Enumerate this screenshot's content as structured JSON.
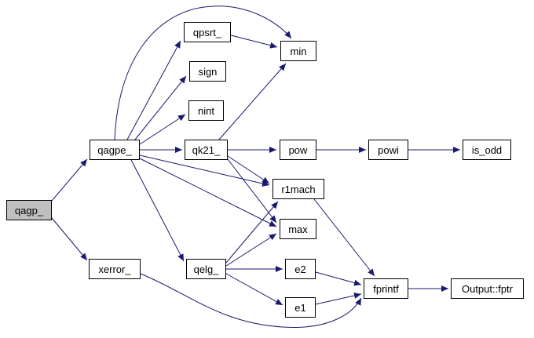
{
  "diagram": {
    "type": "call-graph",
    "background_color": "#ffffff",
    "edge_color": "#191970",
    "node_border_color": "#000000",
    "node_fill_color": "#ffffff",
    "root_node_fill_color": "#bfbfbf",
    "nodes": [
      {
        "id": "qagp_",
        "label": "qagp_",
        "root": true
      },
      {
        "id": "qagpe_",
        "label": "qagpe_",
        "root": false
      },
      {
        "id": "xerror_",
        "label": "xerror_",
        "root": false
      },
      {
        "id": "qpsrt_",
        "label": "qpsrt_",
        "root": false
      },
      {
        "id": "sign",
        "label": "sign",
        "root": false
      },
      {
        "id": "nint",
        "label": "nint",
        "root": false
      },
      {
        "id": "qk21_",
        "label": "qk21_",
        "root": false
      },
      {
        "id": "qelg_",
        "label": "qelg_",
        "root": false
      },
      {
        "id": "min",
        "label": "min",
        "root": false
      },
      {
        "id": "pow",
        "label": "pow",
        "root": false
      },
      {
        "id": "r1mach",
        "label": "r1mach",
        "root": false
      },
      {
        "id": "max",
        "label": "max",
        "root": false
      },
      {
        "id": "e2",
        "label": "e2",
        "root": false
      },
      {
        "id": "e1",
        "label": "e1",
        "root": false
      },
      {
        "id": "powi",
        "label": "powi",
        "root": false
      },
      {
        "id": "fprintf",
        "label": "fprintf",
        "root": false
      },
      {
        "id": "is_odd",
        "label": "is_odd",
        "root": false
      },
      {
        "id": "output_fptr",
        "label": "Output::fptr",
        "root": false
      }
    ],
    "edges": [
      {
        "from": "qagp_",
        "to": "qagpe_"
      },
      {
        "from": "qagp_",
        "to": "xerror_"
      },
      {
        "from": "qagpe_",
        "to": "qpsrt_"
      },
      {
        "from": "qagpe_",
        "to": "sign"
      },
      {
        "from": "qagpe_",
        "to": "nint"
      },
      {
        "from": "qagpe_",
        "to": "qk21_"
      },
      {
        "from": "qagpe_",
        "to": "min"
      },
      {
        "from": "qagpe_",
        "to": "r1mach"
      },
      {
        "from": "qagpe_",
        "to": "max"
      },
      {
        "from": "qagpe_",
        "to": "qelg_"
      },
      {
        "from": "qpsrt_",
        "to": "min"
      },
      {
        "from": "qk21_",
        "to": "min"
      },
      {
        "from": "qk21_",
        "to": "pow"
      },
      {
        "from": "qk21_",
        "to": "r1mach"
      },
      {
        "from": "qk21_",
        "to": "max"
      },
      {
        "from": "pow",
        "to": "powi"
      },
      {
        "from": "powi",
        "to": "is_odd"
      },
      {
        "from": "qelg_",
        "to": "r1mach"
      },
      {
        "from": "qelg_",
        "to": "max"
      },
      {
        "from": "qelg_",
        "to": "e2"
      },
      {
        "from": "qelg_",
        "to": "e1"
      },
      {
        "from": "e2",
        "to": "fprintf"
      },
      {
        "from": "e1",
        "to": "fprintf"
      },
      {
        "from": "r1mach",
        "to": "fprintf"
      },
      {
        "from": "xerror_",
        "to": "fprintf"
      },
      {
        "from": "fprintf",
        "to": "output_fptr"
      }
    ]
  }
}
